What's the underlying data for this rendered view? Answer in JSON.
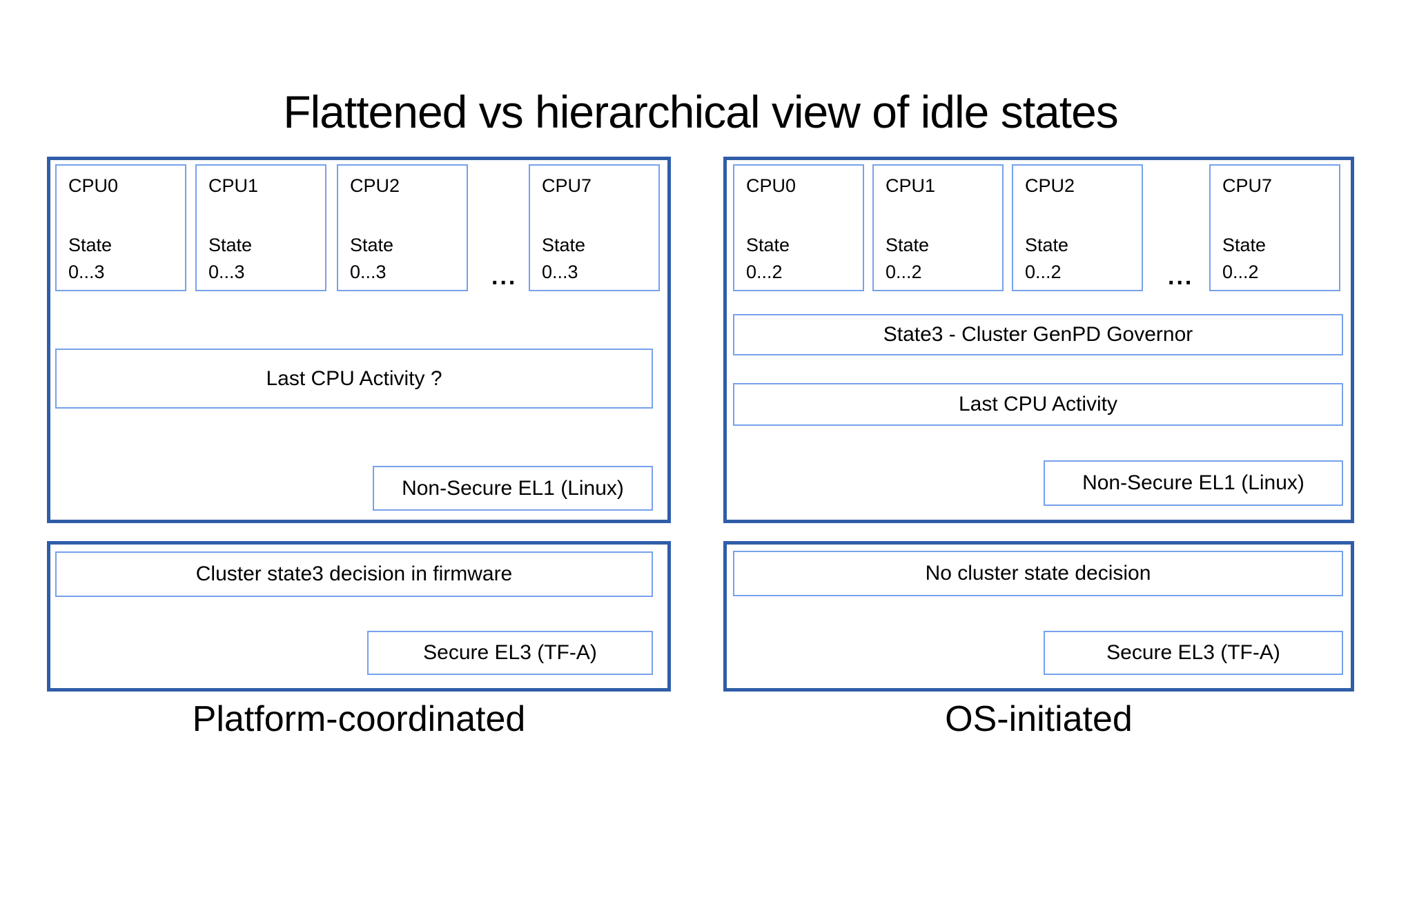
{
  "title": "Flattened vs hierarchical view of idle states",
  "colors": {
    "panel_border": "#2f5da8",
    "box_border": "#76a1ec",
    "text": "#000000",
    "background": "#ffffff"
  },
  "left": {
    "label": "Platform-coordinated",
    "cpus": [
      {
        "name": "CPU0",
        "state_word": "State",
        "state_range": "0...3"
      },
      {
        "name": "CPU1",
        "state_word": "State",
        "state_range": "0...3"
      },
      {
        "name": "CPU2",
        "state_word": "State",
        "state_range": "0...3"
      },
      {
        "name": "CPU7",
        "state_word": "State",
        "state_range": "0...3"
      }
    ],
    "ellipsis": "...",
    "activity_label": "Last CPU Activity ?",
    "el1_label": "Non-Secure EL1 (Linux)",
    "decision_label": "Cluster state3 decision in firmware",
    "el3_label": "Secure EL3 (TF-A)"
  },
  "right": {
    "label": "OS-initiated",
    "cpus": [
      {
        "name": "CPU0",
        "state_word": "State",
        "state_range": "0...2"
      },
      {
        "name": "CPU1",
        "state_word": "State",
        "state_range": "0...2"
      },
      {
        "name": "CPU2",
        "state_word": "State",
        "state_range": "0...2"
      },
      {
        "name": "CPU7",
        "state_word": "State",
        "state_range": "0...2"
      }
    ],
    "ellipsis": "...",
    "governor_label": "State3 - Cluster GenPD Governor",
    "activity_label": "Last CPU Activity",
    "el1_label": "Non-Secure EL1 (Linux)",
    "decision_label": "No cluster state decision",
    "el3_label": "Secure EL3 (TF-A)"
  }
}
